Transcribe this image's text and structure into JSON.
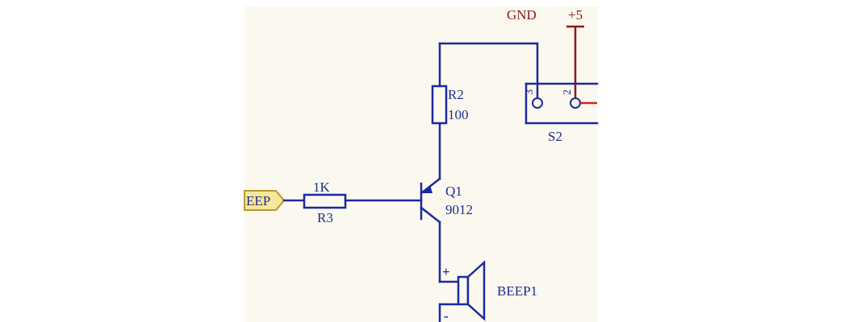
{
  "colors": {
    "background": "#ffffff",
    "paper": "#fbf8ef",
    "wire": "#1a2aa0",
    "text": "#1f2c8f",
    "power": "#8b1a1a",
    "netlabel_fill": "#f6e79b",
    "netlabel_stroke": "#b59a2a",
    "accent_red": "#d12020"
  },
  "power": {
    "gnd_label": "GND",
    "vcc_label": "+5"
  },
  "connector": {
    "designator": "S2",
    "pin3": "3",
    "pin2": "2"
  },
  "resistor_r2": {
    "designator": "R2",
    "value": "100"
  },
  "resistor_r3": {
    "designator": "R3",
    "value": "1K"
  },
  "transistor": {
    "designator": "Q1",
    "value": "9012"
  },
  "net_label": {
    "text": "EEP"
  },
  "buzzer": {
    "designator": "BEEP1",
    "plus": "+",
    "minus": "-"
  }
}
